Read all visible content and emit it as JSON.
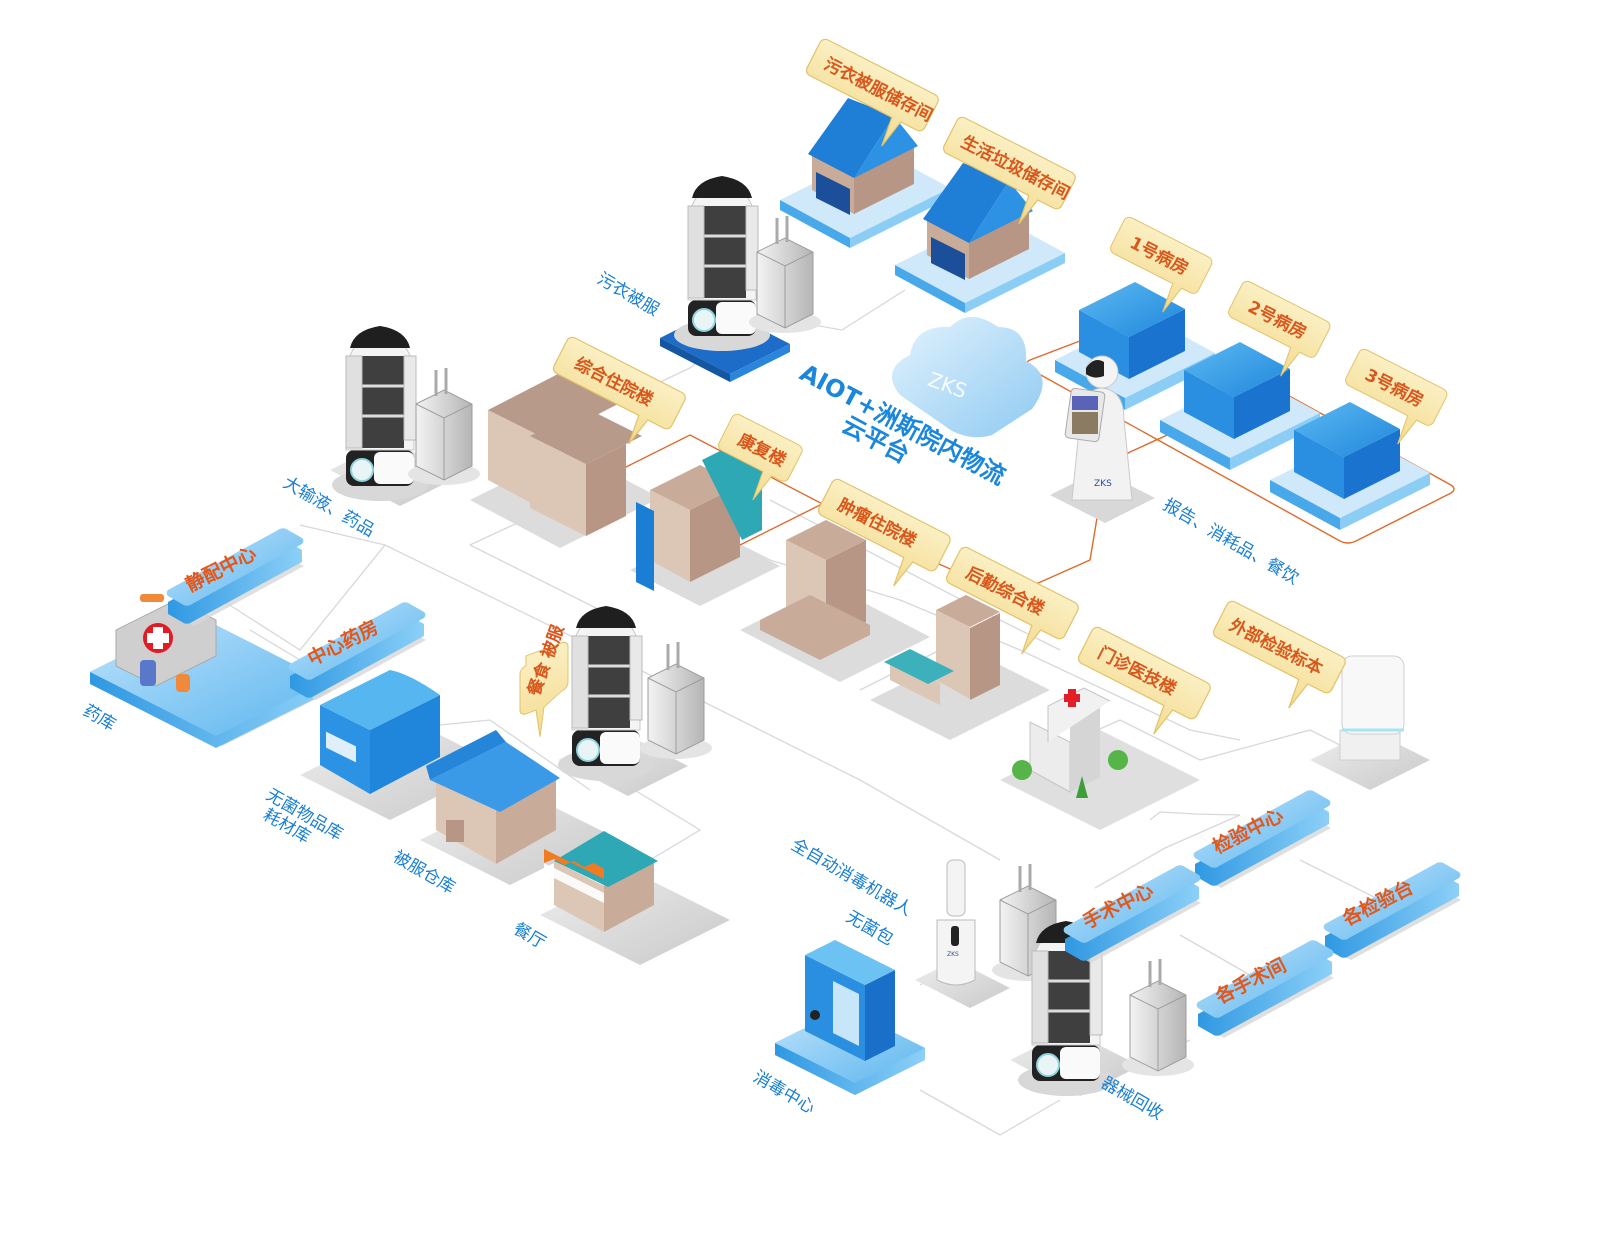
{
  "title": {
    "line1": "AIOT+洲斯院内物流",
    "line2": "云平台"
  },
  "cloud": {
    "logo": "ZKS"
  },
  "colors": {
    "label_blue": "#1a7fd4",
    "tag_orange": "#d9571c",
    "tag_fill": "#f7e6a6",
    "plate_blue": "#3aa6ea",
    "connector_gray": "#d6d8dc",
    "connector_orange": "#e06a2c",
    "building_tan": "#c9ab9a",
    "roof_blue": "#1e7fd6"
  },
  "callout_tags": [
    {
      "id": "dirty-linen-storage",
      "text": "污衣被服储存间"
    },
    {
      "id": "garbage-storage",
      "text": "生活垃圾储存间"
    },
    {
      "id": "ward-1",
      "text": "1号病房"
    },
    {
      "id": "ward-2",
      "text": "2号病房"
    },
    {
      "id": "ward-3",
      "text": "3号病房"
    },
    {
      "id": "general-inpatient",
      "text": "综合住院楼"
    },
    {
      "id": "rehab",
      "text": "康复楼"
    },
    {
      "id": "tumor-inpatient",
      "text": "肿瘤住院楼"
    },
    {
      "id": "logistics-complex",
      "text": "后勤综合楼"
    },
    {
      "id": "outpatient-tech",
      "text": "门诊医技楼"
    },
    {
      "id": "external-specimen",
      "text": "外部检验标本"
    },
    {
      "id": "meal-linen",
      "text": "餐食 被服"
    }
  ],
  "plates": [
    {
      "id": "dispensing-center",
      "text": "静配中心"
    },
    {
      "id": "central-pharmacy",
      "text": "中心药房"
    },
    {
      "id": "lab-center",
      "text": "检验中心"
    },
    {
      "id": "surgery-center",
      "text": "手术中心"
    },
    {
      "id": "lab-benches",
      "text": "各检验台"
    },
    {
      "id": "operating-rooms",
      "text": "各手术间"
    }
  ],
  "flow_labels": [
    {
      "id": "dirty-linen",
      "text": "污衣被服"
    },
    {
      "id": "infusion-drugs",
      "text": "大输液、药品"
    },
    {
      "id": "reports-supplies-meals",
      "text": "报告、消耗品、餐饮"
    },
    {
      "id": "pharmacy-store",
      "text": "药库"
    },
    {
      "id": "sterile-store-1",
      "text": "无菌物品库"
    },
    {
      "id": "sterile-store-2",
      "text": "耗材库"
    },
    {
      "id": "linen-warehouse",
      "text": "被服仓库"
    },
    {
      "id": "restaurant",
      "text": "餐厅"
    },
    {
      "id": "disinfect-robot",
      "text": "全自动消毒机器人"
    },
    {
      "id": "sterile-pack",
      "text": "无菌包"
    },
    {
      "id": "disinfection-center",
      "text": "消毒中心"
    },
    {
      "id": "instrument-recycle",
      "text": "器械回收"
    }
  ],
  "robot_brand": "ZKS"
}
